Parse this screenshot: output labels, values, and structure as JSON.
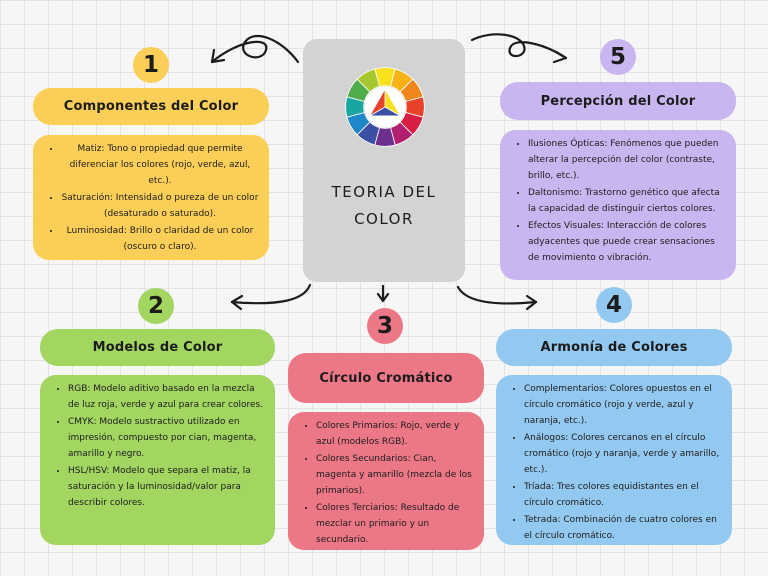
{
  "center": {
    "title": "TEORIA DEL\nCOLOR",
    "icon": "color-wheel-icon",
    "wheel_colors": [
      "#f7e11b",
      "#f6b318",
      "#f0861b",
      "#e8432a",
      "#d81f43",
      "#b21f6f",
      "#6e2e8d",
      "#3b4fa3",
      "#1f86c7",
      "#1aa6a0",
      "#4fae4b",
      "#a6c82e"
    ]
  },
  "sections": [
    {
      "number": "1",
      "title": "Componentes del Color",
      "color": "#fbcf57",
      "items": [
        "Matiz: Tono o propiedad que permite diferenciar los colores (rojo, verde, azul, etc.).",
        "Saturación: Intensidad o pureza de un color (desaturado o saturado).",
        "Luminosidad: Brillo o claridad de un color (oscuro o claro)."
      ]
    },
    {
      "number": "2",
      "title": "Modelos de Color",
      "color": "#a3d561",
      "items": [
        "RGB: Modelo aditivo basado en la mezcla de luz roja, verde y azul para crear colores.",
        "CMYK: Modelo sustractivo utilizado en impresión, compuesto por cian, magenta, amarillo y negro.",
        "HSL/HSV: Modelo que separa el matiz, la saturación y la luminosidad/valor para describir colores."
      ]
    },
    {
      "number": "3",
      "title": "Círculo Cromático",
      "color": "#ec7786",
      "items": [
        "Colores Primarios: Rojo, verde y azul (modelos RGB).",
        "Colores Secundarios: Cian, magenta y amarillo (mezcla de los primarios).",
        "Colores Terciarios: Resultado de mezclar un primario y un secundario."
      ]
    },
    {
      "number": "4",
      "title": "Armonía de Colores",
      "color": "#93c8f0",
      "items": [
        "Complementarios: Colores opuestos en el círculo cromático (rojo y verde, azul y naranja, etc.).",
        "Análogos: Colores cercanos en el círculo cromático (rojo y naranja, verde y amarillo, etc.).",
        "Tríada: Tres colores equidistantes en el círculo cromático.",
        "Tetrada: Combinación de cuatro colores en el círculo cromático."
      ]
    },
    {
      "number": "5",
      "title": "Percepción del Color",
      "color": "#c9b5f0",
      "items": [
        "Ilusiones Ópticas: Fenómenos que pueden alterar la percepción del color (contraste, brillo, etc.).",
        "Daltonismo: Trastorno genético que afecta la capacidad de distinguir ciertos colores.",
        "Efectos Visuales: Interacción de colores adyacentes que puede crear sensaciones de movimiento o vibración."
      ]
    }
  ]
}
